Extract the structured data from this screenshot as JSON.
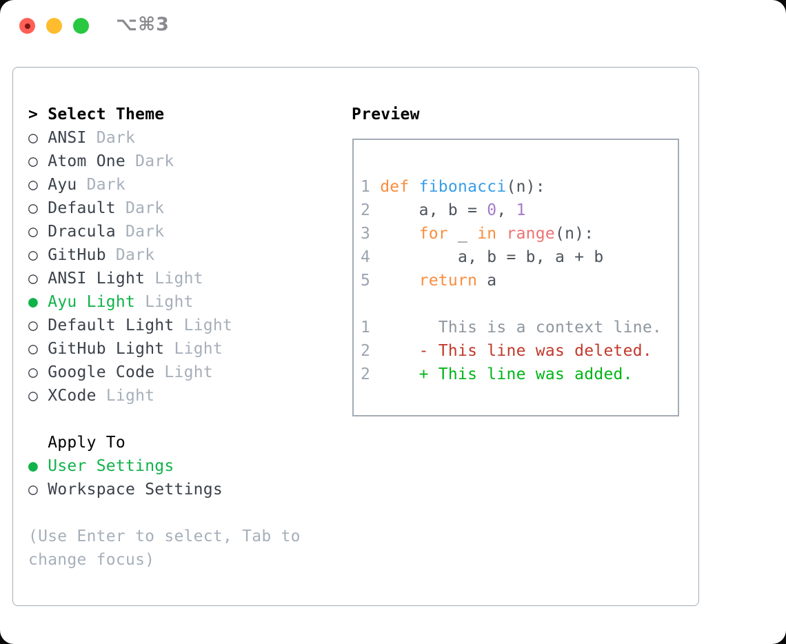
{
  "window": {
    "title": "⌥⌘3",
    "traffic_lights": [
      {
        "name": "close"
      },
      {
        "name": "minimize"
      },
      {
        "name": "zoom"
      }
    ]
  },
  "theme_panel": {
    "header": {
      "marker": ">",
      "label": "Select Theme"
    },
    "themes": [
      {
        "name": "ANSI",
        "tag": "Dark",
        "selected": false
      },
      {
        "name": "Atom One",
        "tag": "Dark",
        "selected": false
      },
      {
        "name": "Ayu",
        "tag": "Dark",
        "selected": false
      },
      {
        "name": "Default",
        "tag": "Dark",
        "selected": false
      },
      {
        "name": "Dracula",
        "tag": "Dark",
        "selected": false
      },
      {
        "name": "GitHub",
        "tag": "Dark",
        "selected": false
      },
      {
        "name": "ANSI Light",
        "tag": "Light",
        "selected": false
      },
      {
        "name": "Ayu Light",
        "tag": "Light",
        "selected": true
      },
      {
        "name": "Default Light",
        "tag": "Light",
        "selected": false
      },
      {
        "name": "GitHub Light",
        "tag": "Light",
        "selected": false
      },
      {
        "name": "Google Code",
        "tag": "Light",
        "selected": false
      },
      {
        "name": "XCode",
        "tag": "Light",
        "selected": false
      }
    ],
    "apply_to": {
      "label": "Apply To",
      "options": [
        {
          "name": "User Settings",
          "selected": true
        },
        {
          "name": "Workspace Settings",
          "selected": false
        }
      ]
    },
    "hint": "(Use Enter to select, Tab to change focus)"
  },
  "preview": {
    "title": "Preview",
    "lines": [
      [],
      [
        {
          "t": "1 ",
          "s": "num"
        },
        {
          "t": "def ",
          "s": "kw"
        },
        {
          "t": "fibonacci",
          "s": "fn"
        },
        {
          "t": "(n):",
          "s": "pl"
        }
      ],
      [
        {
          "t": "2 ",
          "s": "num"
        },
        {
          "t": "    a, b = ",
          "s": "pl"
        },
        {
          "t": "0",
          "s": "lit"
        },
        {
          "t": ", ",
          "s": "pl"
        },
        {
          "t": "1",
          "s": "lit"
        }
      ],
      [
        {
          "t": "3 ",
          "s": "num"
        },
        {
          "t": "    ",
          "s": "pl"
        },
        {
          "t": "for ",
          "s": "kw"
        },
        {
          "t": "_ ",
          "s": "pl"
        },
        {
          "t": "in ",
          "s": "kw"
        },
        {
          "t": "range",
          "s": "bi"
        },
        {
          "t": "(n):",
          "s": "pl"
        }
      ],
      [
        {
          "t": "4 ",
          "s": "num"
        },
        {
          "t": "        a, b = b, a + b",
          "s": "pl"
        }
      ],
      [
        {
          "t": "5 ",
          "s": "num"
        },
        {
          "t": "    ",
          "s": "pl"
        },
        {
          "t": "return ",
          "s": "kw"
        },
        {
          "t": "a",
          "s": "pl"
        }
      ],
      [],
      [
        {
          "t": "1 ",
          "s": "num"
        },
        {
          "t": "      This is a context line.",
          "s": "ctx"
        }
      ],
      [
        {
          "t": "2 ",
          "s": "num"
        },
        {
          "t": "    ",
          "s": "pl"
        },
        {
          "t": "- This line was deleted.",
          "s": "del"
        }
      ],
      [
        {
          "t": "2 ",
          "s": "num"
        },
        {
          "t": "    ",
          "s": "pl"
        },
        {
          "t": "+ This line was added.",
          "s": "add"
        }
      ]
    ]
  },
  "colors": {
    "accent_green": "#10b24a",
    "border": "#a3abb6",
    "window_bg": "#ffffff",
    "item_text": "#3a414a",
    "muted": "#a6afba",
    "line_number": "#9aa4b0",
    "keyword": "#fa8d3e",
    "function": "#399ee6",
    "literal": "#a37acc",
    "builtin": "#f07171",
    "code_text": "#4d545c",
    "context": "#8e979f",
    "diff_deleted": "#c0392b",
    "diff_added": "#00b517",
    "traffic_red": "#ff5f57",
    "traffic_yellow": "#febc2e",
    "traffic_green": "#28c840"
  }
}
